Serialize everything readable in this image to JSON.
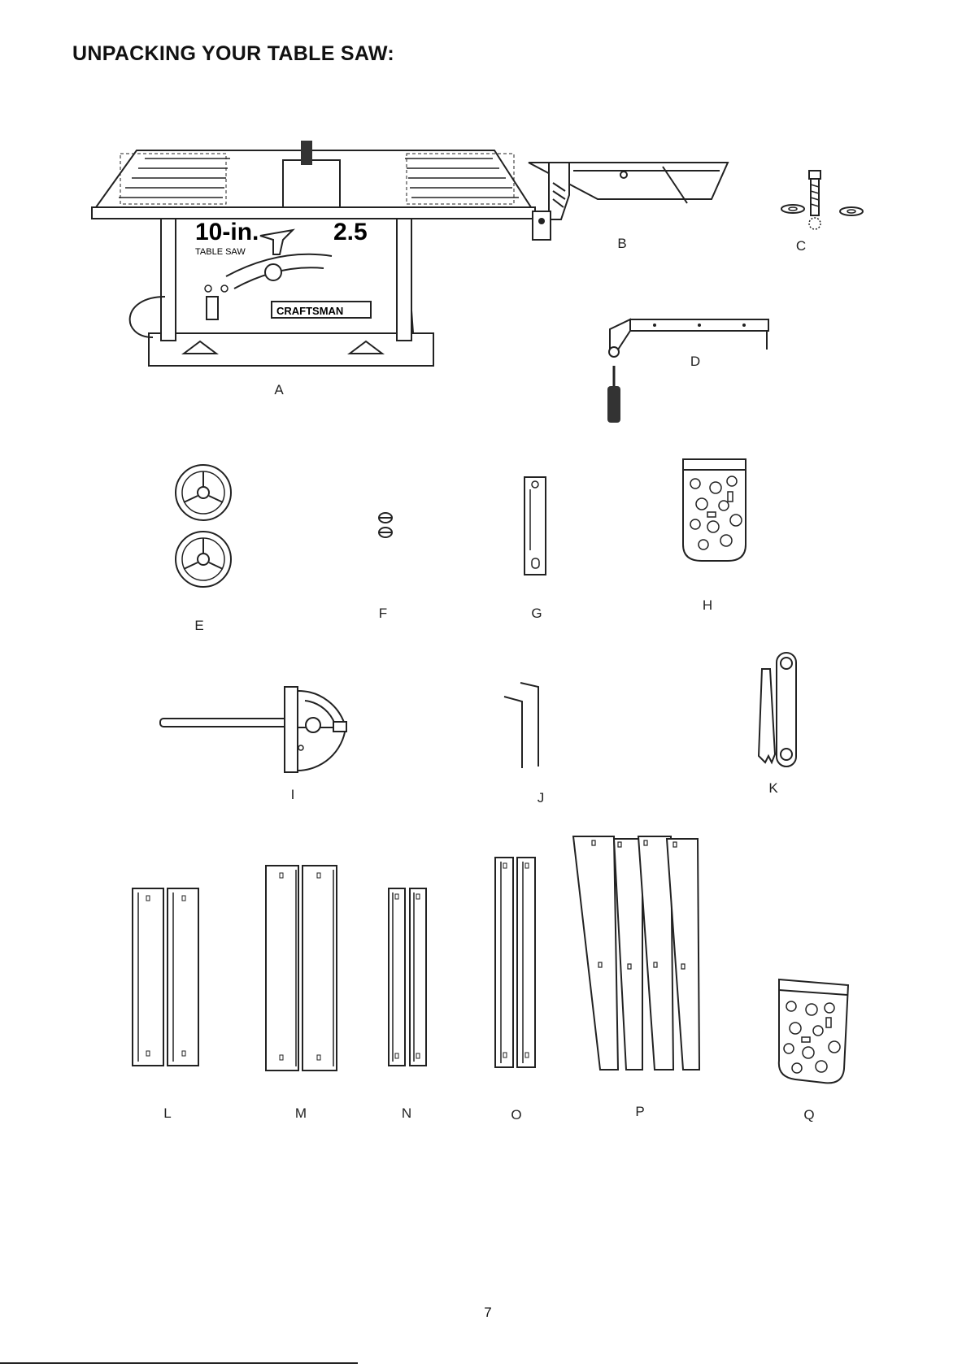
{
  "title": "UNPACKING YOUR TABLE SAW:",
  "saw": {
    "size_text": "10-in.",
    "type_text": "TABLE SAW",
    "hp_text": "2.5",
    "brand": "CRAFTSMAN"
  },
  "labels": {
    "A": "A",
    "B": "B",
    "C": "C",
    "D": "D",
    "E": "E",
    "F": "F",
    "G": "G",
    "H": "H",
    "I": "I",
    "J": "J",
    "K": "K",
    "L": "L",
    "M": "M",
    "N": "N",
    "O": "O",
    "P": "P",
    "Q": "Q"
  },
  "page_number": "7"
}
